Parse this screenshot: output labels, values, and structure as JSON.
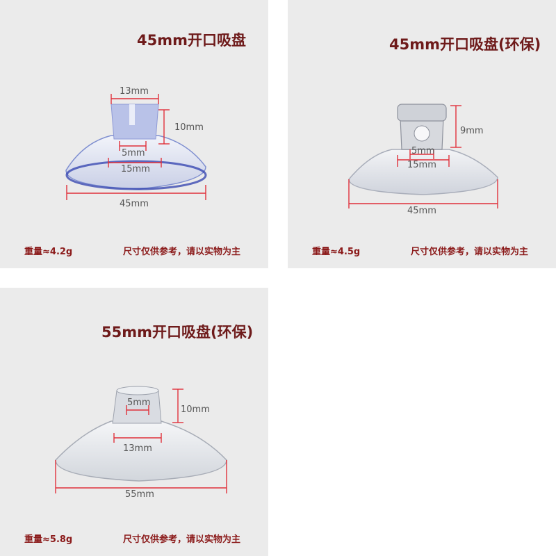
{
  "panels": [
    {
      "title": "45mm开口吸盘",
      "weight": "重量≈4.2g",
      "note": "尺寸仅供参考，请以实物为主",
      "dims": {
        "top": "13mm",
        "height": "10mm",
        "inner": "5mm",
        "neck": "15mm",
        "base": "45mm"
      }
    },
    {
      "title": "45mm开口吸盘(环保)",
      "weight": "重量≈4.5g",
      "note": "尺寸仅供参考，请以实物为主",
      "dims": {
        "height": "9mm",
        "inner": "5mm",
        "neck": "15mm",
        "base": "45mm"
      }
    },
    {
      "title": "55mm开口吸盘(环保)",
      "weight": "重量≈5.8g",
      "note": "尺寸仅供参考，请以实物为主",
      "dims": {
        "inner": "5mm",
        "height": "10mm",
        "neck": "13mm",
        "base": "55mm"
      }
    }
  ],
  "colors": {
    "dimension_line": "#e0303a",
    "label_text": "#8b1a1a",
    "title_text": "#6e1a1a",
    "panel_bg": "#ebebeb"
  }
}
